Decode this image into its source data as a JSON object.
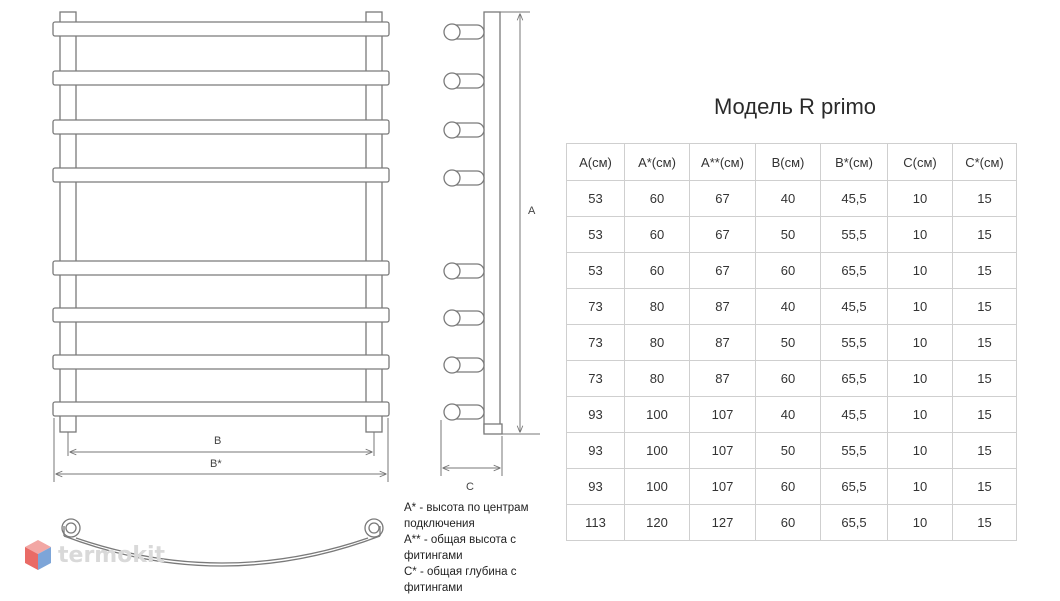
{
  "title": "Модель R primo",
  "table": {
    "headers": [
      "A(см)",
      "A*(см)",
      "A**(см)",
      "B(см)",
      "B*(см)",
      "C(см)",
      "C*(см)"
    ],
    "rows": [
      [
        "53",
        "60",
        "67",
        "40",
        "45,5",
        "10",
        "15"
      ],
      [
        "53",
        "60",
        "67",
        "50",
        "55,5",
        "10",
        "15"
      ],
      [
        "53",
        "60",
        "67",
        "60",
        "65,5",
        "10",
        "15"
      ],
      [
        "73",
        "80",
        "87",
        "40",
        "45,5",
        "10",
        "15"
      ],
      [
        "73",
        "80",
        "87",
        "50",
        "55,5",
        "10",
        "15"
      ],
      [
        "73",
        "80",
        "87",
        "60",
        "65,5",
        "10",
        "15"
      ],
      [
        "93",
        "100",
        "107",
        "40",
        "45,5",
        "10",
        "15"
      ],
      [
        "93",
        "100",
        "107",
        "50",
        "55,5",
        "10",
        "15"
      ],
      [
        "93",
        "100",
        "107",
        "60",
        "65,5",
        "10",
        "15"
      ],
      [
        "113",
        "120",
        "127",
        "60",
        "65,5",
        "10",
        "15"
      ]
    ]
  },
  "drawing": {
    "label_b": "B",
    "label_b_star": "B*",
    "label_a": "A",
    "label_c": "C"
  },
  "notes": [
    "A* - высота по центрам подключения",
    "A** - общая высота с фитингами",
    "C* - общая глубина с фитингами"
  ],
  "logo": {
    "text": "termokit",
    "icon": "cube-icon"
  }
}
